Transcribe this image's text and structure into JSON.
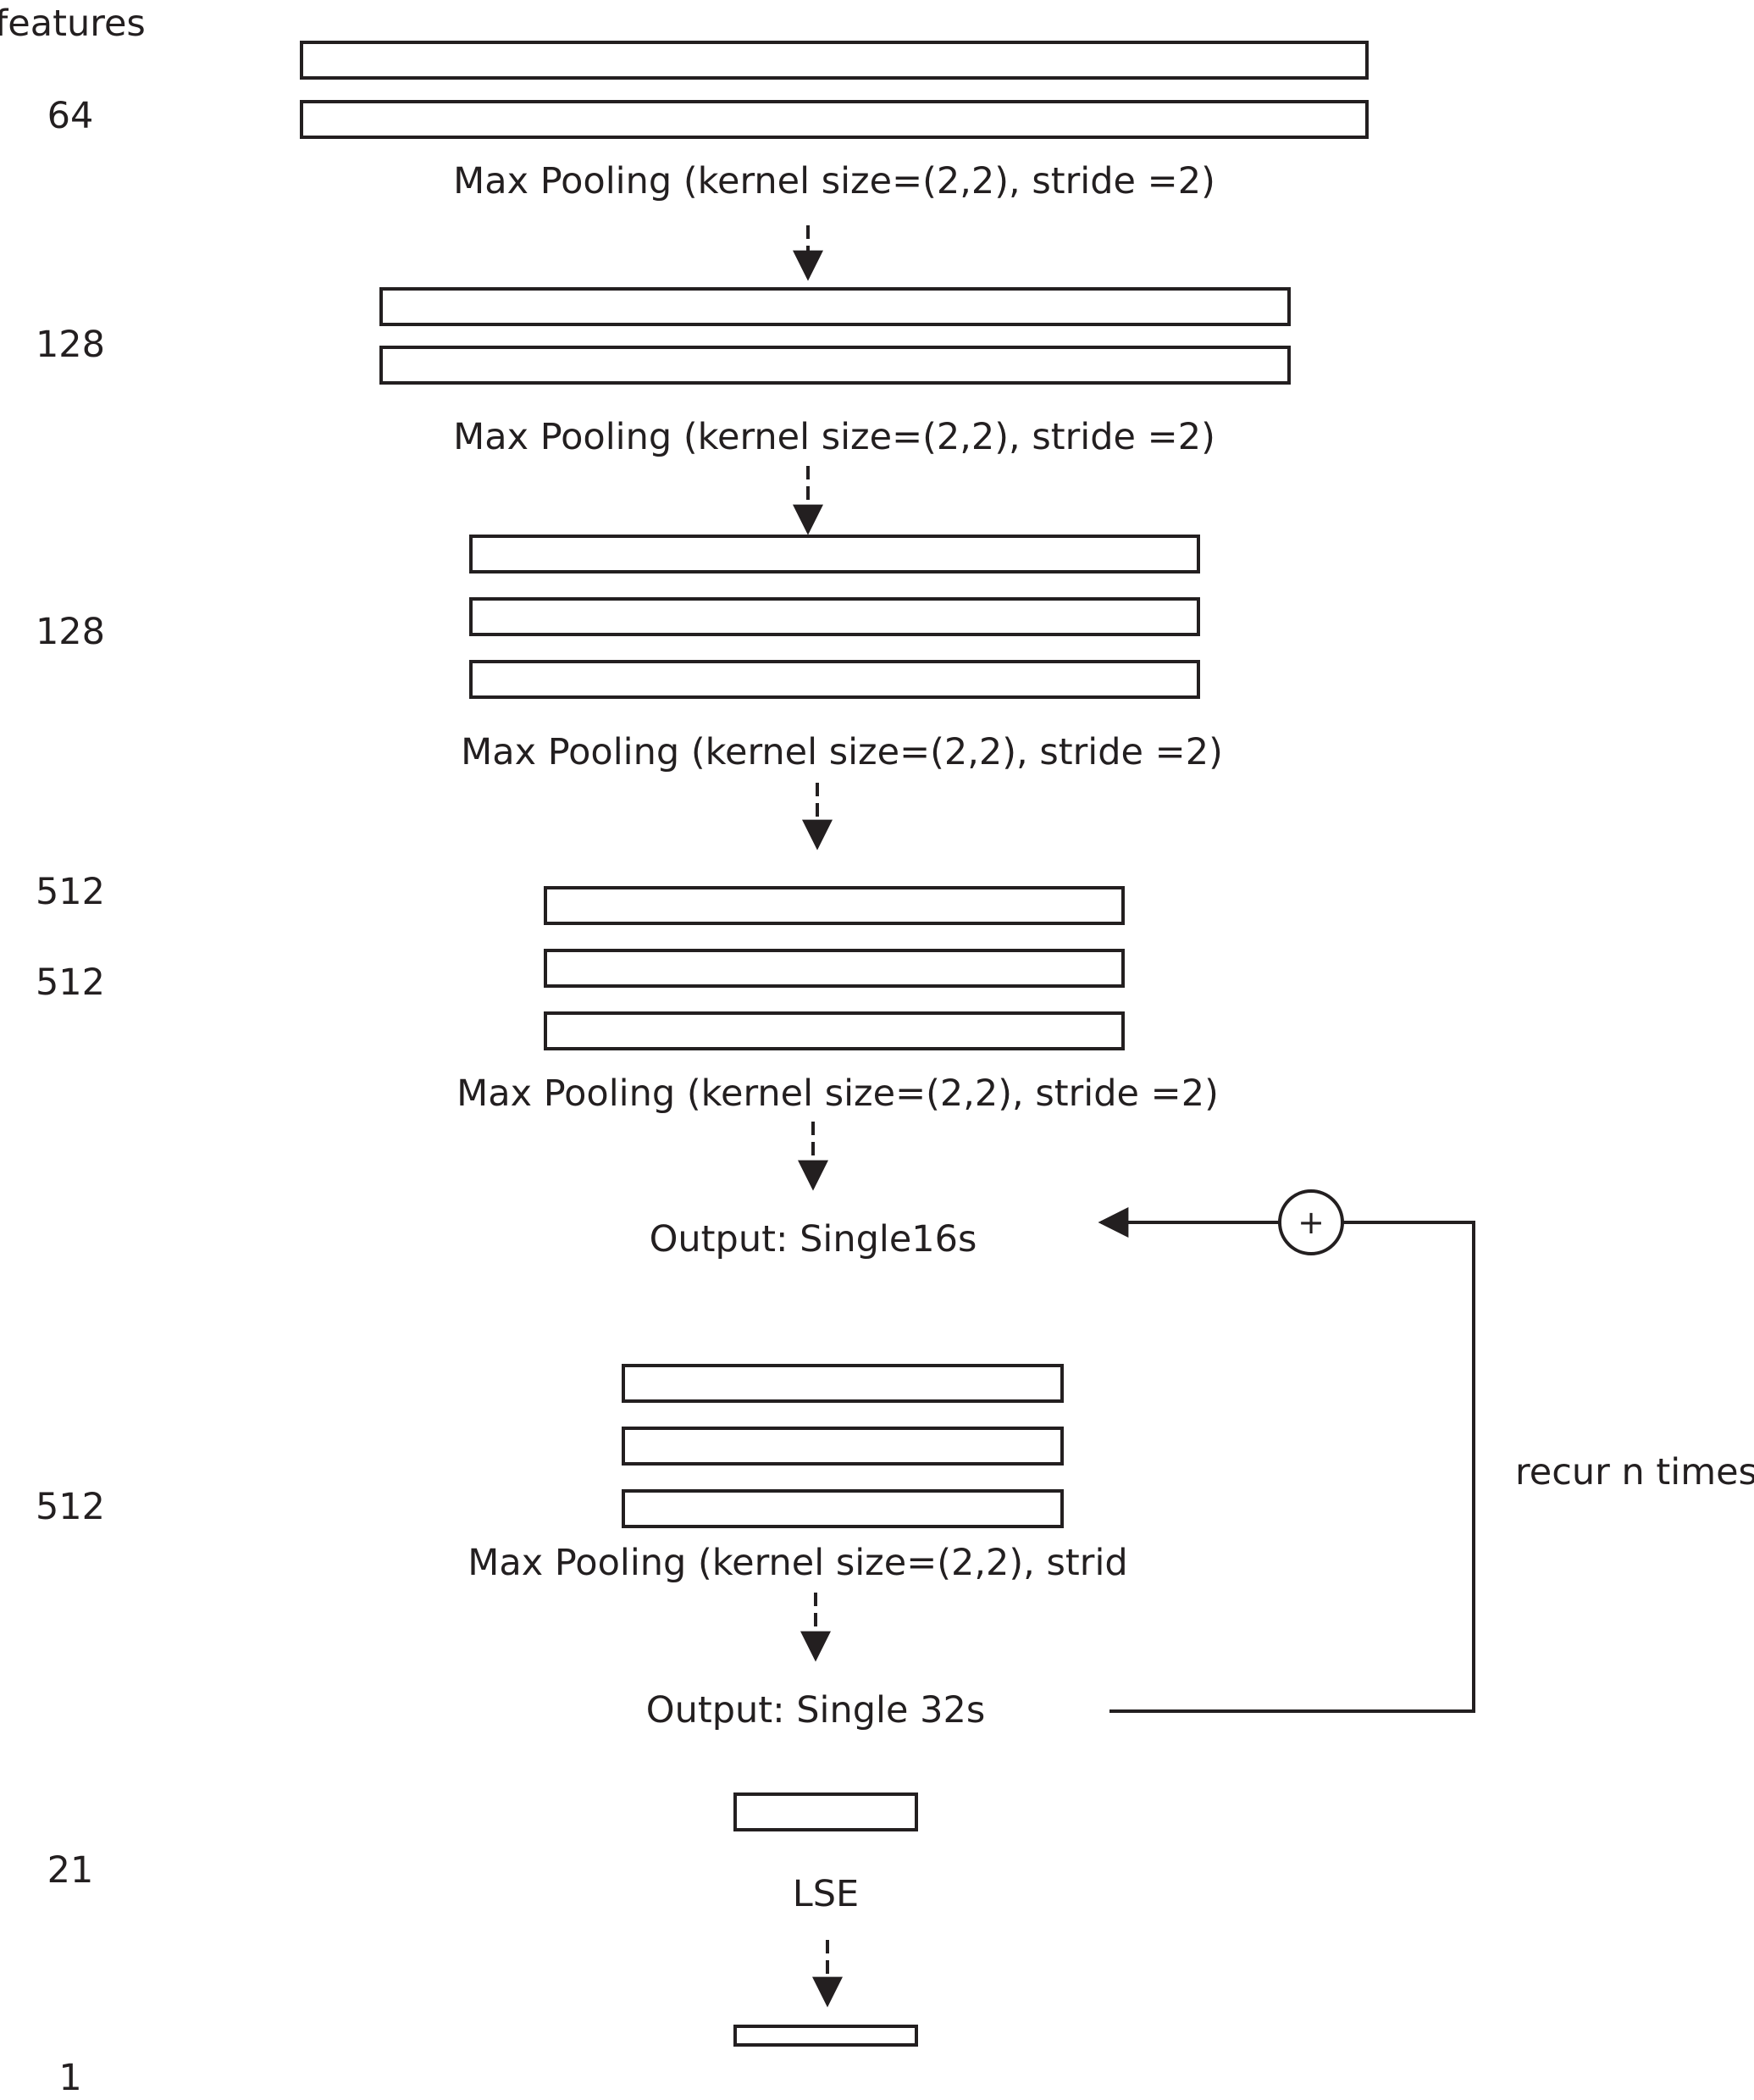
{
  "features_header": "features",
  "feature_counts": {
    "f64": "64",
    "f128a": "128",
    "f128b": "128",
    "f512a": "512",
    "f512b": "512",
    "f512c": "512",
    "f21": "21",
    "f1": "1"
  },
  "pooling": {
    "p1": "Max Pooling (kernel size=(2,2), stride =2)",
    "p2": "Max Pooling (kernel size=(2,2), stride =2)",
    "p3": "Max Pooling (kernel size=(2,2), stride =2)",
    "p4": "Max Pooling (kernel size=(2,2), stride =2)",
    "p5": "Max Pooling (kernel size=(2,2), strid"
  },
  "outputs": {
    "single16": "Output: Single16s",
    "single32": "Output: Single 32s"
  },
  "lse": "LSE",
  "recur": "recur n times",
  "plus_symbol": "+",
  "colors": {
    "stroke": "#231f20",
    "background": "#ffffff"
  }
}
